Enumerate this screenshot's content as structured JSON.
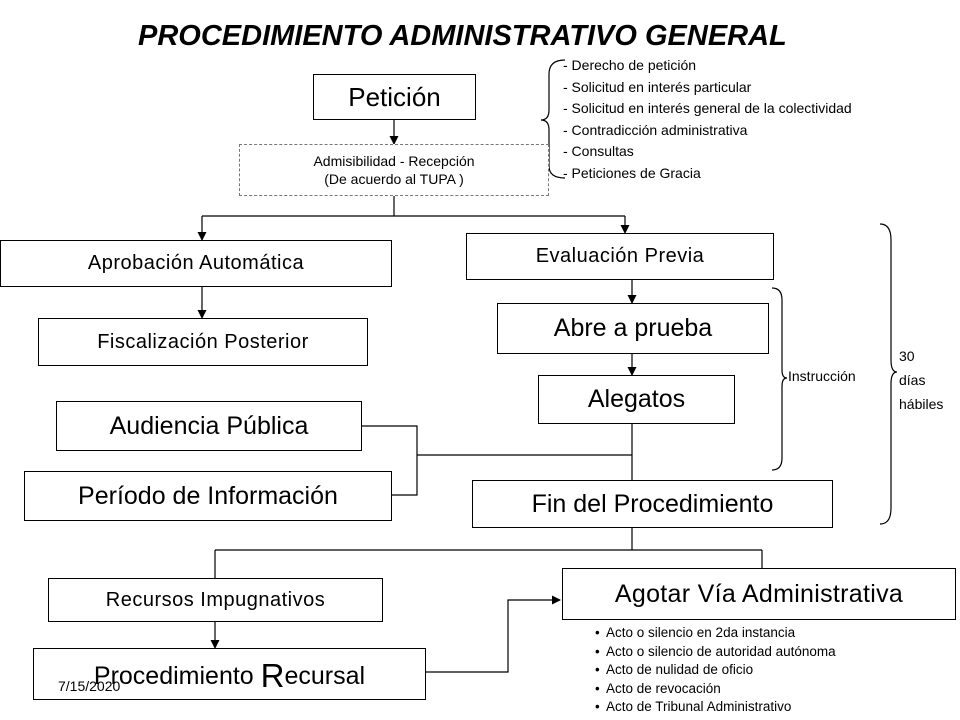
{
  "title": "PROCEDIMIENTO ADMINISTRATIVO GENERAL",
  "boxes": {
    "peticion": "Petición",
    "admisibilidad_line1": "Admisibilidad - Recepción",
    "admisibilidad_line2": "(De acuerdo al TUPA )",
    "aprobacion": "Aprobación Automática",
    "evaluacion": "Evaluación Previa",
    "fiscalizacion": "Fiscalización Posterior",
    "abre_prueba": "Abre a prueba",
    "alegatos": "Alegatos",
    "audiencia": "Audiencia Pública",
    "periodo": "Período de Información",
    "fin": "Fin del Procedimiento",
    "recursos": "Recursos Impugnativos",
    "agotar": "Agotar Vía Administrativa",
    "procedimiento_prefix": "Procedimiento ",
    "procedimiento_initial": "R",
    "procedimiento_rest": "ecursal"
  },
  "peticion_types": [
    "- Derecho de petición",
    "- Solicitud en interés particular",
    "- Solicitud en interés general de la colectividad",
    "- Contradicción administrativa",
    "- Consultas",
    "- Peticiones de Gracia"
  ],
  "agotar_items": [
    "Acto o silencio en 2da instancia",
    "Acto o silencio de autoridad autónoma",
    "Acto de nulidad de oficio",
    "Acto de revocación",
    "Acto de Tribunal Administrativo"
  ],
  "labels": {
    "instruccion": "Instrucción",
    "plazo_line1": "30",
    "plazo_line2": "días",
    "plazo_line3": "hábiles"
  },
  "date": "7/15/2020"
}
